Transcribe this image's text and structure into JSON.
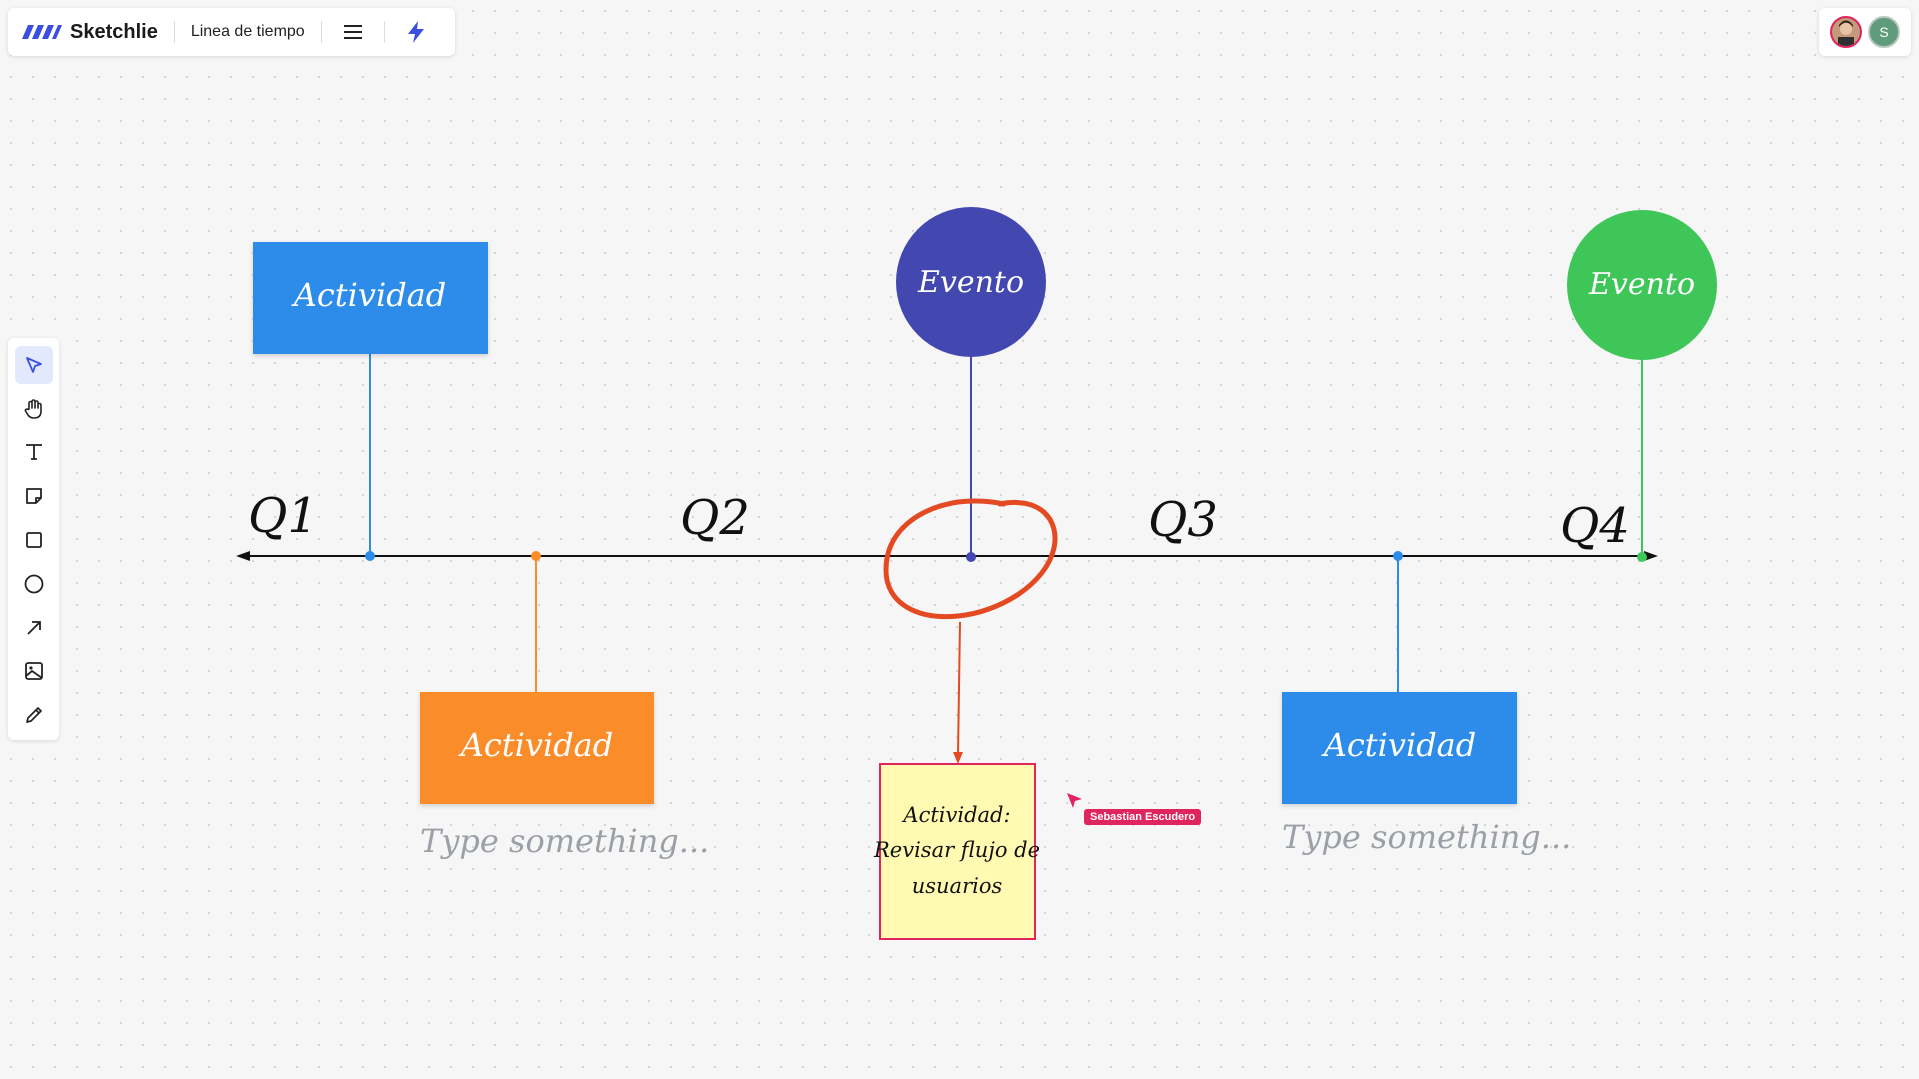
{
  "app": {
    "name": "Sketchlie",
    "document_title": "Linea de tiempo"
  },
  "colors": {
    "brand": "#3b4fe0",
    "blue": "#2d8cea",
    "orange": "#fb8c2a",
    "indigo": "#4347b0",
    "green": "#3ec658",
    "red_marker": "#e34a21",
    "sticky_bg": "#fff9b1",
    "sticky_border": "#e0245e",
    "cursor": "#e0245e"
  },
  "topbar": {
    "menu_icon": "hamburger-menu-icon",
    "action_icon": "lightning-bolt-icon"
  },
  "collaborators": [
    {
      "name": "avatar-photo",
      "initial": ""
    },
    {
      "name": "avatar-initial",
      "initial": "S"
    }
  ],
  "toolbar": {
    "tools": [
      {
        "name": "select-tool",
        "icon": "cursor-arrow-icon",
        "active": true
      },
      {
        "name": "hand-tool",
        "icon": "hand-icon",
        "active": false
      },
      {
        "name": "text-tool",
        "icon": "text-icon",
        "active": false
      },
      {
        "name": "sticky-note-tool",
        "icon": "sticky-note-icon",
        "active": false
      },
      {
        "name": "rectangle-tool",
        "icon": "square-icon",
        "active": false
      },
      {
        "name": "ellipse-tool",
        "icon": "circle-icon",
        "active": false
      },
      {
        "name": "arrow-tool",
        "icon": "diagonal-arrow-icon",
        "active": false
      },
      {
        "name": "image-tool",
        "icon": "image-icon",
        "active": false
      },
      {
        "name": "pen-tool",
        "icon": "pencil-icon",
        "active": false
      }
    ]
  },
  "board": {
    "quarters": [
      "Q1",
      "Q2",
      "Q3",
      "Q4"
    ],
    "activity_top_left": "Actividad",
    "activity_bottom_orange": "Actividad",
    "activity_bottom_blue": "Actividad",
    "event_indigo": "Evento",
    "event_green": "Evento",
    "placeholder_left": "Type something...",
    "placeholder_right": "Type something...",
    "sticky_note": {
      "line1": "Actividad:",
      "line2": "Revisar flujo de",
      "line3": "usuarios"
    }
  },
  "remote_cursor": {
    "user": "Sebastian Escudero"
  }
}
